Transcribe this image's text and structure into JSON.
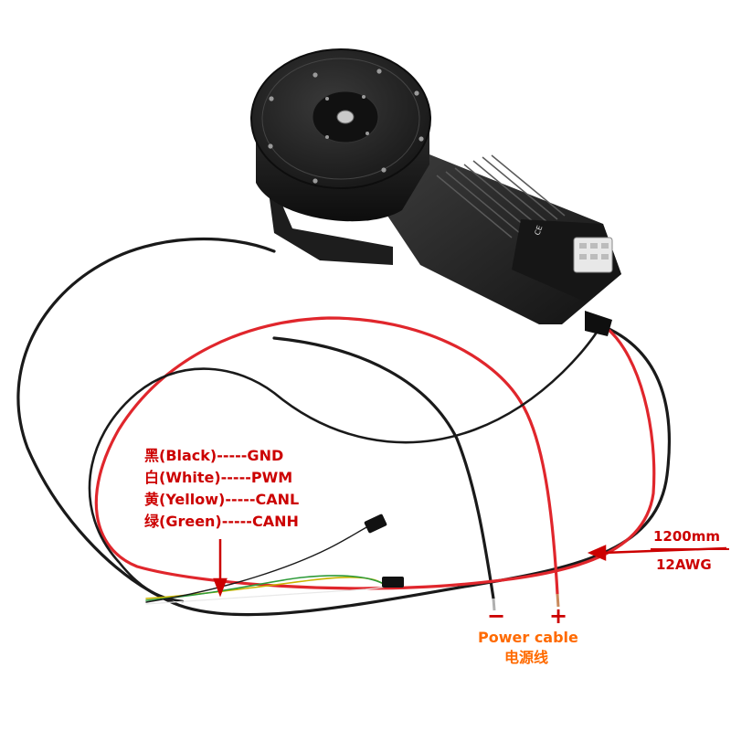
{
  "wire_labels": [
    {
      "text": "黑(Black)-----GND"
    },
    {
      "text": "白(White)-----PWM"
    },
    {
      "text": "黄(Yellow)-----CANL"
    },
    {
      "text": "绿(Green)-----CANH"
    }
  ],
  "cable_spec": {
    "length": "1200mm",
    "gauge": "12AWG"
  },
  "power": {
    "minus": "−",
    "plus": "+",
    "label_en": "Power cable",
    "label_cn": "电源线"
  },
  "device_badge": "CE",
  "colors": {
    "annotation_red": "#cc0000",
    "annotation_orange": "#ff6a00",
    "wire_red": "#e0262c",
    "wire_black": "#1a1a1a",
    "motor_body": "#2a2a2a",
    "yellow_wire": "#c9b400",
    "green_wire": "#2e9b3a"
  }
}
